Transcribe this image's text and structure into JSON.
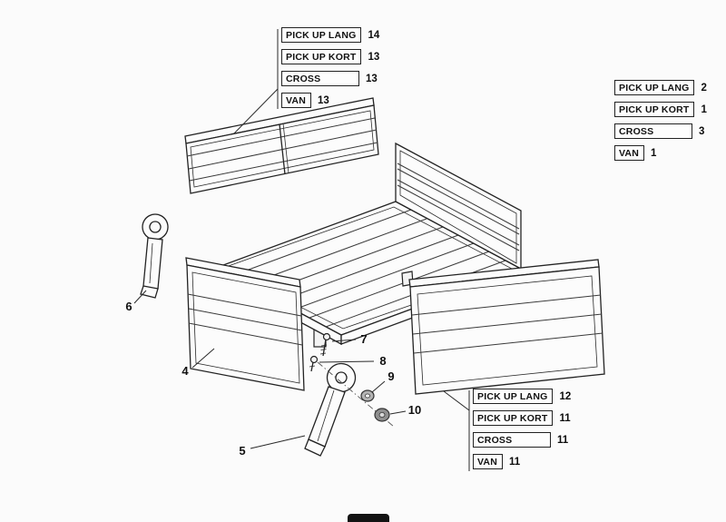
{
  "diagram": {
    "kind": "exploded-parts-diagram",
    "subject": "pickup-bed-panels",
    "background": "#fbfbfb",
    "line_color": "#232323"
  },
  "label_groups": {
    "top": {
      "rows": [
        {
          "label": "PICK UP LANG",
          "qty": "14"
        },
        {
          "label": "PICK UP KORT",
          "qty": "13"
        },
        {
          "label": "CROSS",
          "qty": "13"
        },
        {
          "label": "VAN",
          "qty": "13"
        }
      ]
    },
    "right": {
      "rows": [
        {
          "label": "PICK UP LANG",
          "qty": "2"
        },
        {
          "label": "PICK UP KORT",
          "qty": "1"
        },
        {
          "label": "CROSS",
          "qty": "3"
        },
        {
          "label": "VAN",
          "qty": "1"
        }
      ]
    },
    "bottom_right": {
      "rows": [
        {
          "label": "PICK UP LANG",
          "qty": "12"
        },
        {
          "label": "PICK UP KORT",
          "qty": "11"
        },
        {
          "label": "CROSS",
          "qty": "11"
        },
        {
          "label": "VAN",
          "qty": "11"
        }
      ]
    }
  },
  "callouts": {
    "n4": "4",
    "n5": "5",
    "n6": "6",
    "n7": "7",
    "n8": "8",
    "n9": "9",
    "n10": "10"
  }
}
